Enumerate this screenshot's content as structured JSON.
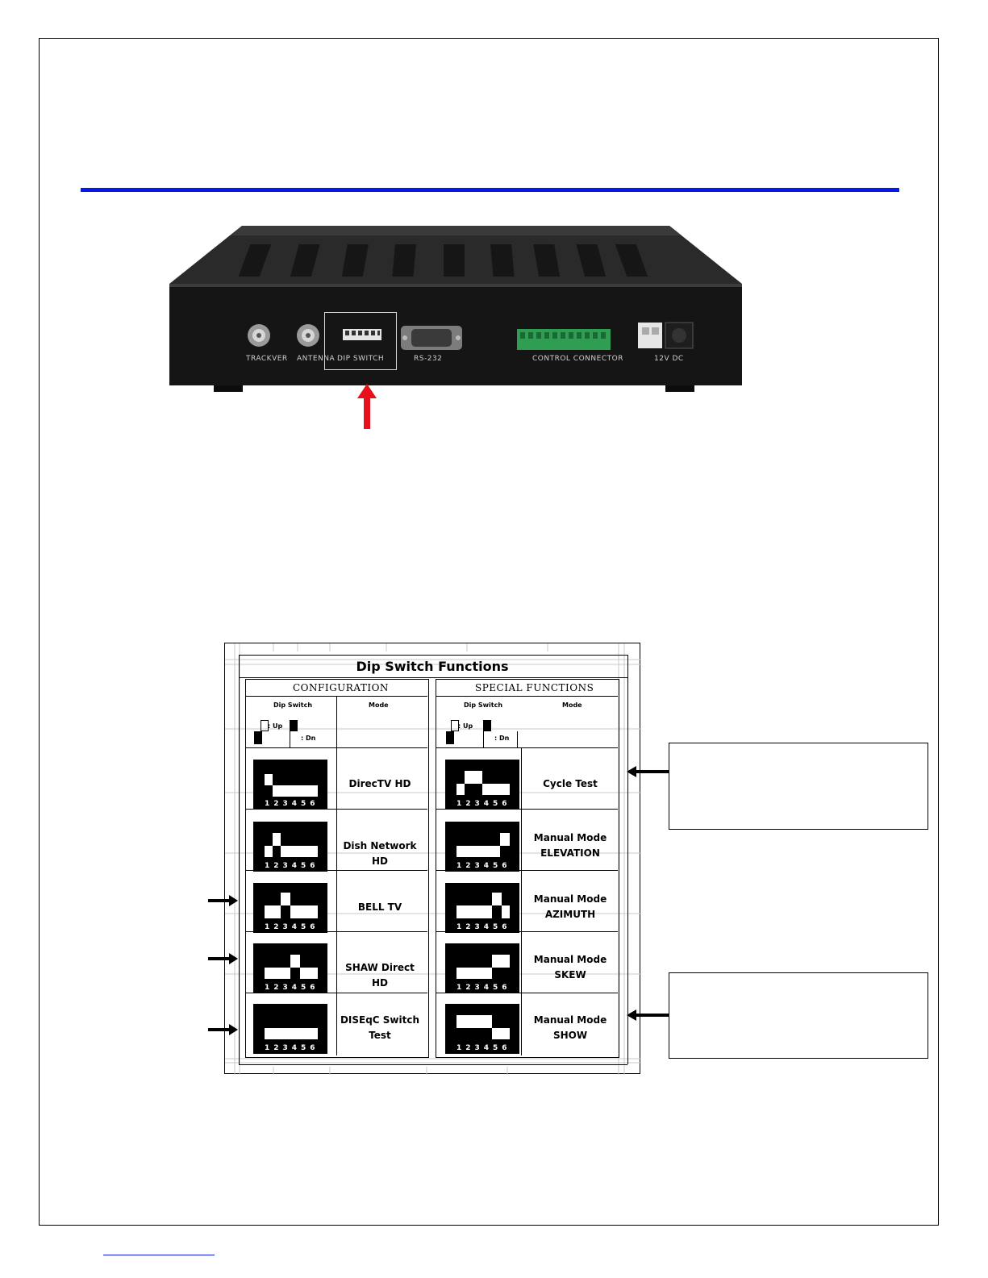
{
  "device": {
    "connectors": [
      "TRACKVER",
      "ANTENNA",
      "DIP SWITCH",
      "RS-232",
      "CONTROL CONNECTOR",
      "12V DC"
    ]
  },
  "table": {
    "title": "Dip Switch Functions",
    "configuration": {
      "heading": "CONFIGURATION",
      "col_switch": "Dip Switch",
      "col_mode": "Mode",
      "legend_up": ": Up",
      "legend_dn": ": Dn",
      "rows": [
        {
          "mode": "DirecTV HD",
          "mode2": ""
        },
        {
          "mode": "Dish Network HD",
          "mode2": ""
        },
        {
          "mode": "BELL TV",
          "mode2": ""
        },
        {
          "mode": "SHAW Direct HD",
          "mode2": ""
        },
        {
          "mode": "DISEqC Switch",
          "mode2": "Test"
        }
      ]
    },
    "special": {
      "heading": "SPECIAL FUNCTIONS",
      "col_switch": "Dip Switch",
      "col_mode": "Mode",
      "legend_up": ": Up",
      "legend_dn": ": Dn",
      "rows": [
        {
          "mode": "Cycle Test",
          "mode2": ""
        },
        {
          "mode": "Manual Mode",
          "mode2": "ELEVATION"
        },
        {
          "mode": "Manual Mode",
          "mode2": "AZIMUTH"
        },
        {
          "mode": "Manual Mode",
          "mode2": "SKEW"
        },
        {
          "mode": "Manual Mode",
          "mode2": "SHOW"
        }
      ]
    },
    "switch_numbers": "123456"
  },
  "colors": {
    "rule": "#0a18e6",
    "arrow": "#e8101a"
  }
}
